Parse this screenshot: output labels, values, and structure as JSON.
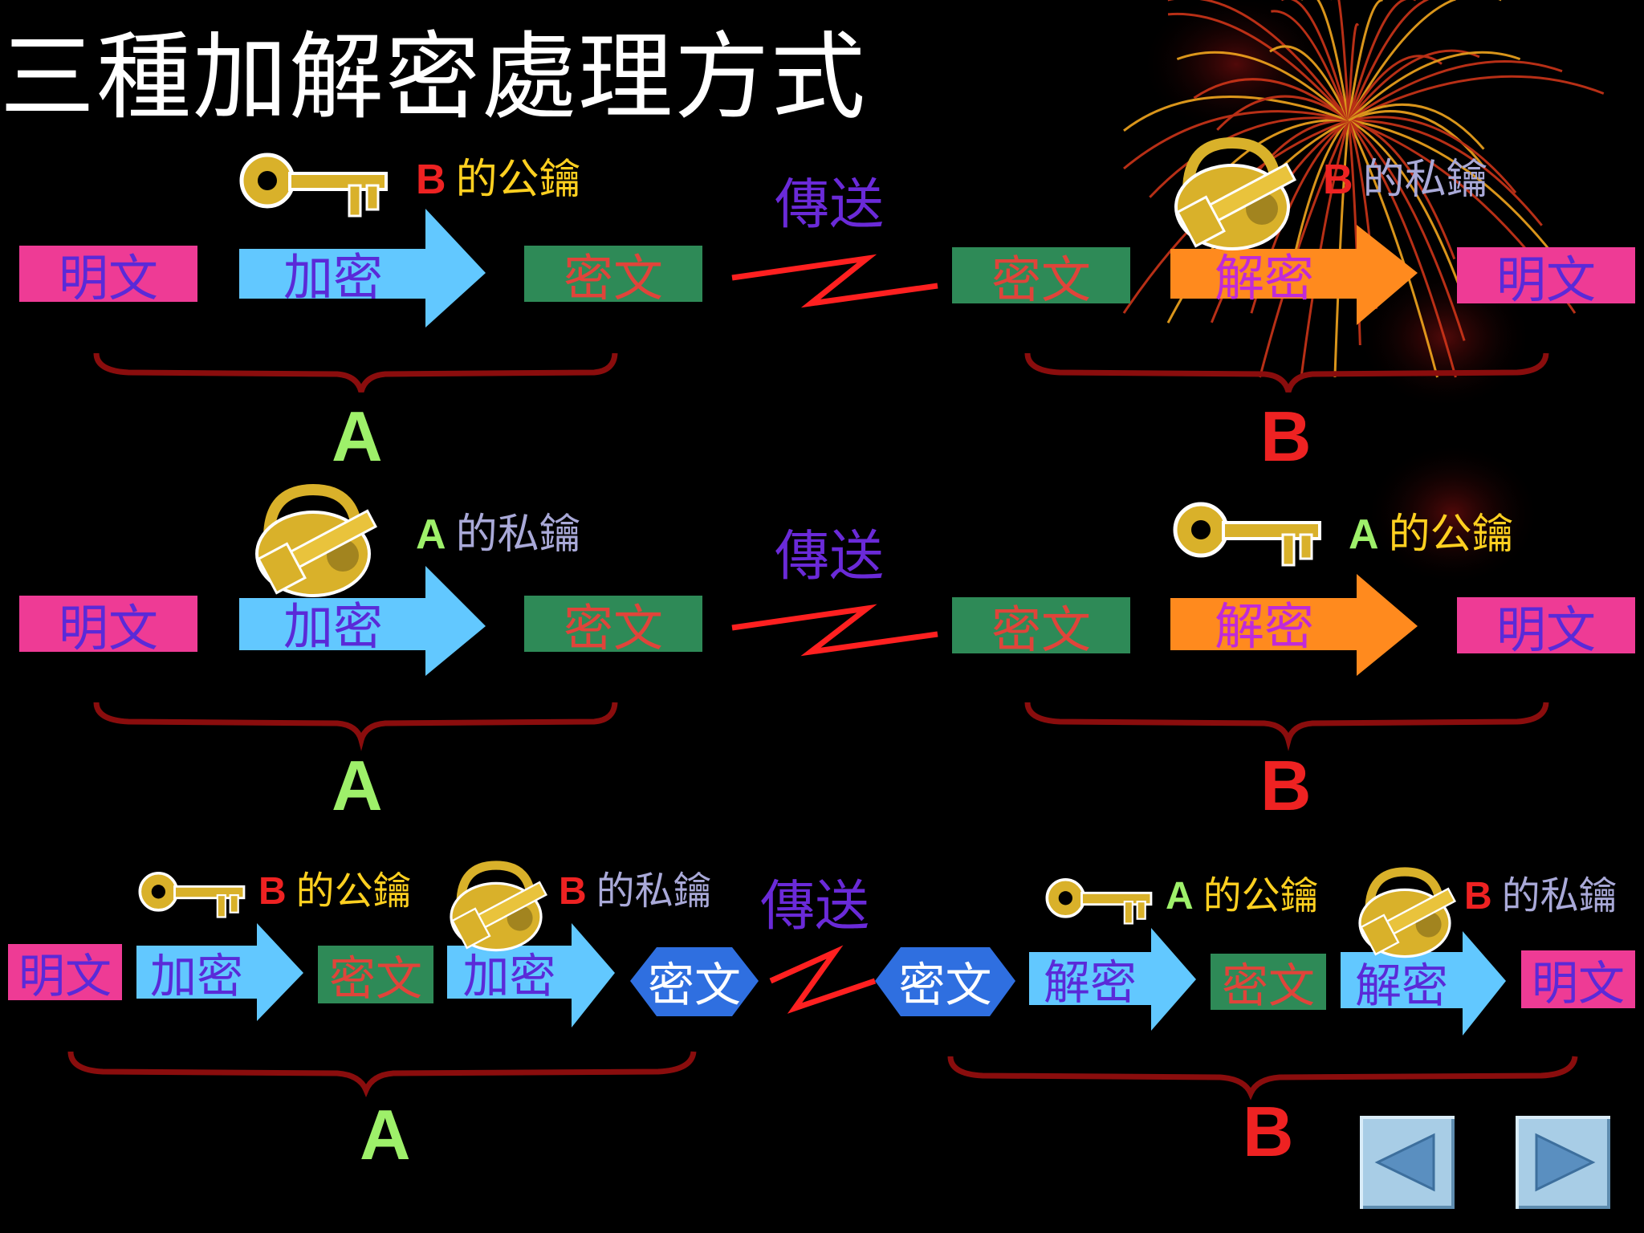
{
  "title": "三種加解密處理方式",
  "colors": {
    "plaintext": "#ee3b95",
    "encrypt": "#62c8ff",
    "ciphertext": "#2e8a57",
    "decrypt": "#ff8a1e",
    "hex": "#2f6fe0",
    "party_a": "#9ef06a",
    "party_b": "#ee2222",
    "send": "#6a2ad8",
    "wire": "#ff2020",
    "brace": "#8a0d0d"
  },
  "rows": [
    {
      "sender": {
        "plaintext": "明文",
        "encrypt": "加密",
        "ciphertext": "密文",
        "key": {
          "owner": "B",
          "text": "的公鑰",
          "icon": "key-icon"
        }
      },
      "send_label": "傳送",
      "receiver": {
        "ciphertext": "密文",
        "decrypt": "解密",
        "plaintext": "明文",
        "key": {
          "owner": "B",
          "text": "的私鑰",
          "icon": "lock-key-icon"
        }
      },
      "party_left": "A",
      "party_right": "B"
    },
    {
      "sender": {
        "plaintext": "明文",
        "encrypt": "加密",
        "ciphertext": "密文",
        "key": {
          "owner": "A",
          "text": "的私鑰",
          "icon": "lock-key-icon"
        }
      },
      "send_label": "傳送",
      "receiver": {
        "ciphertext": "密文",
        "decrypt": "解密",
        "plaintext": "明文",
        "key": {
          "owner": "A",
          "text": "的公鑰",
          "icon": "key-icon"
        }
      },
      "party_left": "A",
      "party_right": "B"
    },
    {
      "sender": {
        "plaintext": "明文",
        "encrypt1": "加密",
        "ciphertext1": "密文",
        "encrypt2": "加密",
        "ciphertext2": "密文",
        "key1": {
          "owner": "B",
          "text": "的公鑰",
          "icon": "key-icon"
        },
        "key2": {
          "owner": "B",
          "text": "的私鑰",
          "icon": "lock-key-icon"
        }
      },
      "send_label": "傳送",
      "receiver": {
        "ciphertext1": "密文",
        "decrypt1": "解密",
        "ciphertext2": "密文",
        "decrypt2": "解密",
        "plaintext": "明文",
        "key1": {
          "owner": "A",
          "text": "的公鑰",
          "icon": "key-icon"
        },
        "key2": {
          "owner": "B",
          "text": "的私鑰",
          "icon": "lock-key-icon"
        }
      },
      "party_left": "A",
      "party_right": "B"
    }
  ],
  "nav": {
    "prev_icon": "triangle-left-icon",
    "next_icon": "triangle-right-icon"
  }
}
